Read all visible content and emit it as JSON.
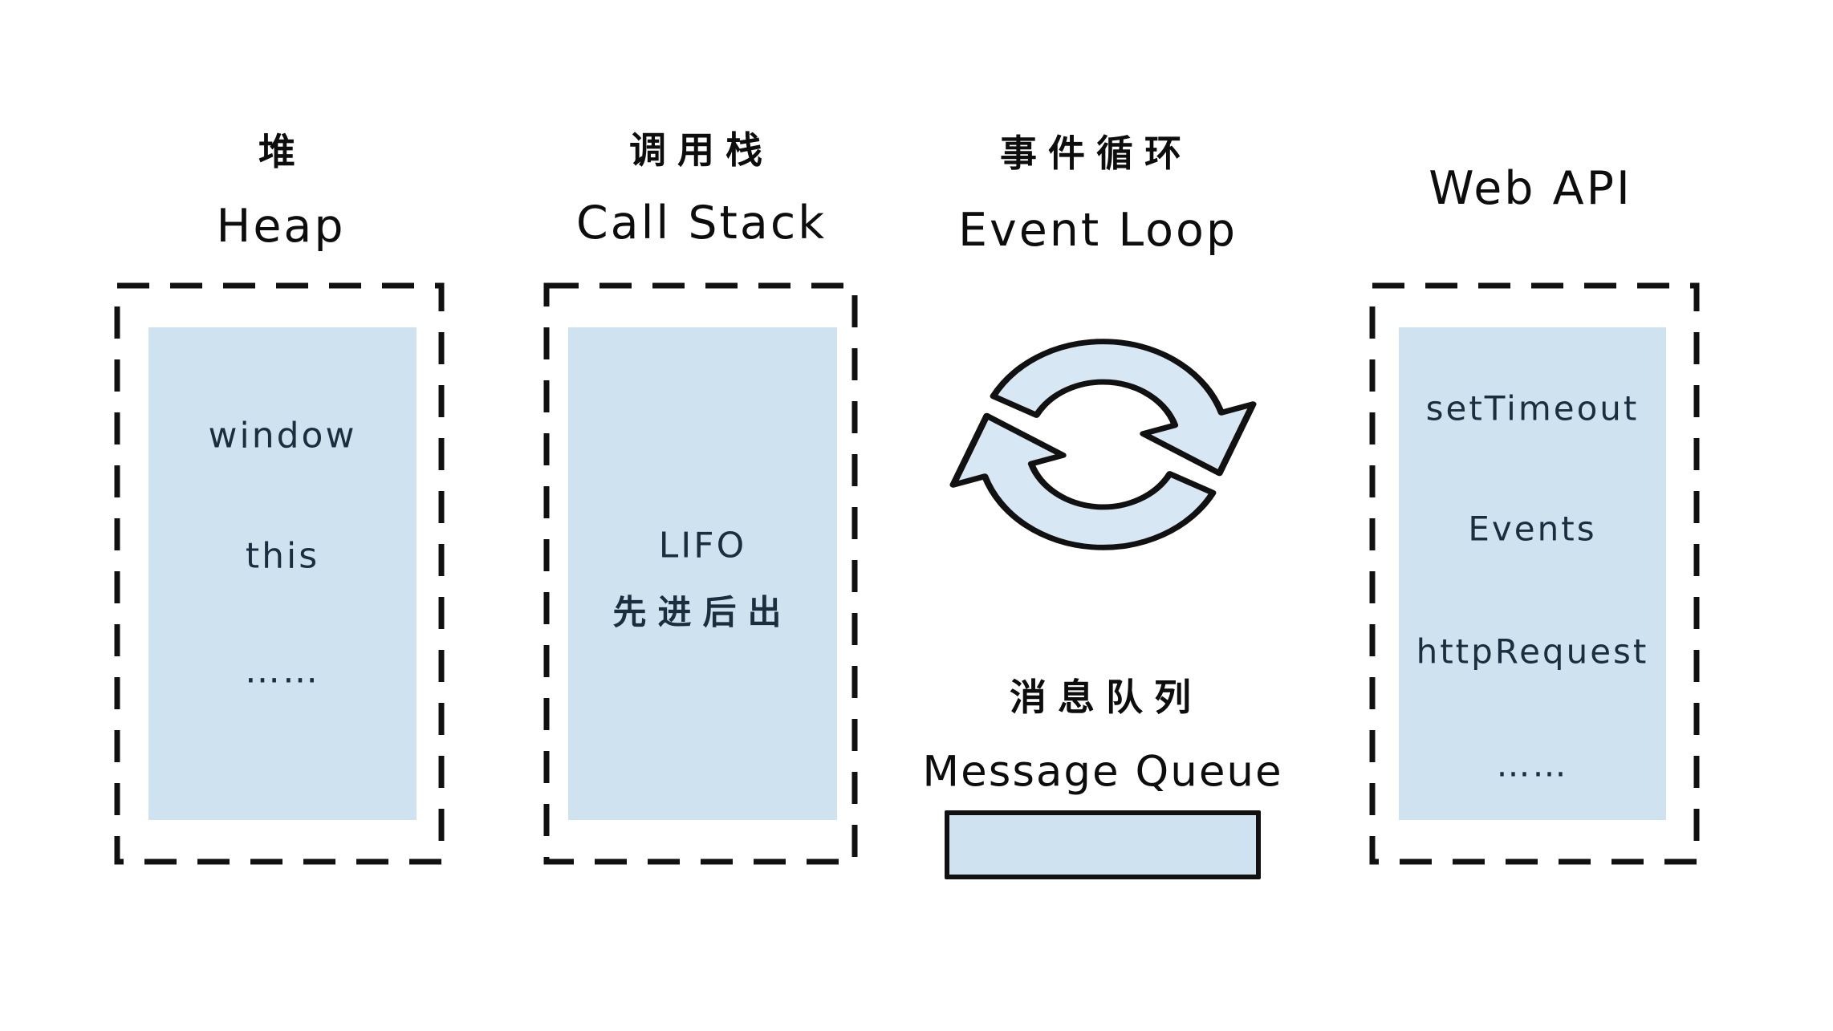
{
  "colors": {
    "background": "#ffffff",
    "box_fill": "#cfe2f0",
    "icon_fill": "#d7e7f3",
    "stroke": "#111111",
    "text_dark": "#1b2e3f",
    "title_text": "#0d0d0d"
  },
  "heap": {
    "title_zh": "堆",
    "title_en": "Heap",
    "items": [
      "window",
      "this",
      "……"
    ]
  },
  "call_stack": {
    "title_zh": "调用栈",
    "title_en": "Call Stack",
    "items": [
      "LIFO",
      "先进后出"
    ]
  },
  "event_loop": {
    "title_zh": "事件循环",
    "title_en": "Event Loop",
    "icon": "cycle-arrows"
  },
  "message_queue": {
    "title_zh": "消息队列",
    "title_en": "Message Queue"
  },
  "web_api": {
    "title_en": "Web API",
    "items": [
      "setTimeout",
      "Events",
      "httpRequest",
      "……"
    ]
  }
}
